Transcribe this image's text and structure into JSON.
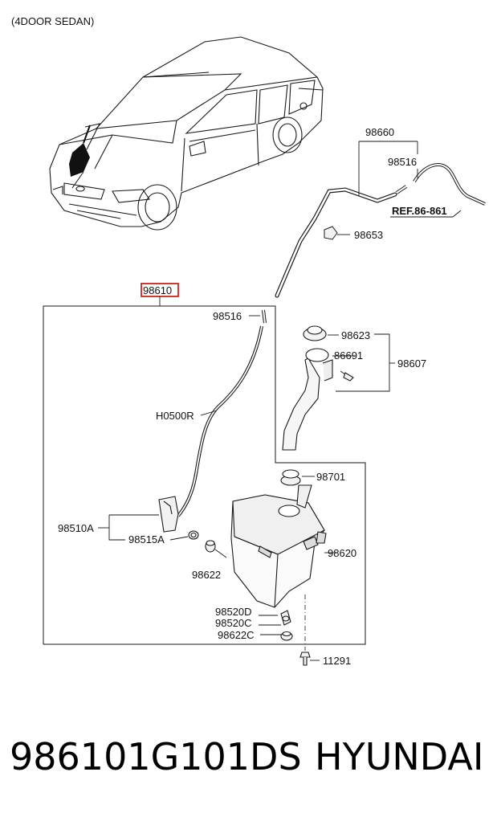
{
  "header": {
    "variant": "(4DOOR SEDAN)"
  },
  "callouts": {
    "p98660": "98660",
    "p98516_top": "98516",
    "ref": "REF.86-861",
    "p98653": "98653",
    "p98610": "98610",
    "p98516": "98516",
    "p98623": "98623",
    "p86691": "86691",
    "p98607": "98607",
    "h0500r": "H0500R",
    "p98701": "98701",
    "p98510a": "98510A",
    "p98515a": "98515A",
    "p98620": "98620",
    "p98622": "98622",
    "p98520d": "98520D",
    "p98520c": "98520C",
    "p98622c": "98622C",
    "p11291": "11291"
  },
  "footer": {
    "part_number": "986101G101DS",
    "brand": "HYUNDAI"
  },
  "colors": {
    "line": "#1a1a1a",
    "highlight_box": "#d0202a",
    "part_fill": "#f2f2f2"
  }
}
